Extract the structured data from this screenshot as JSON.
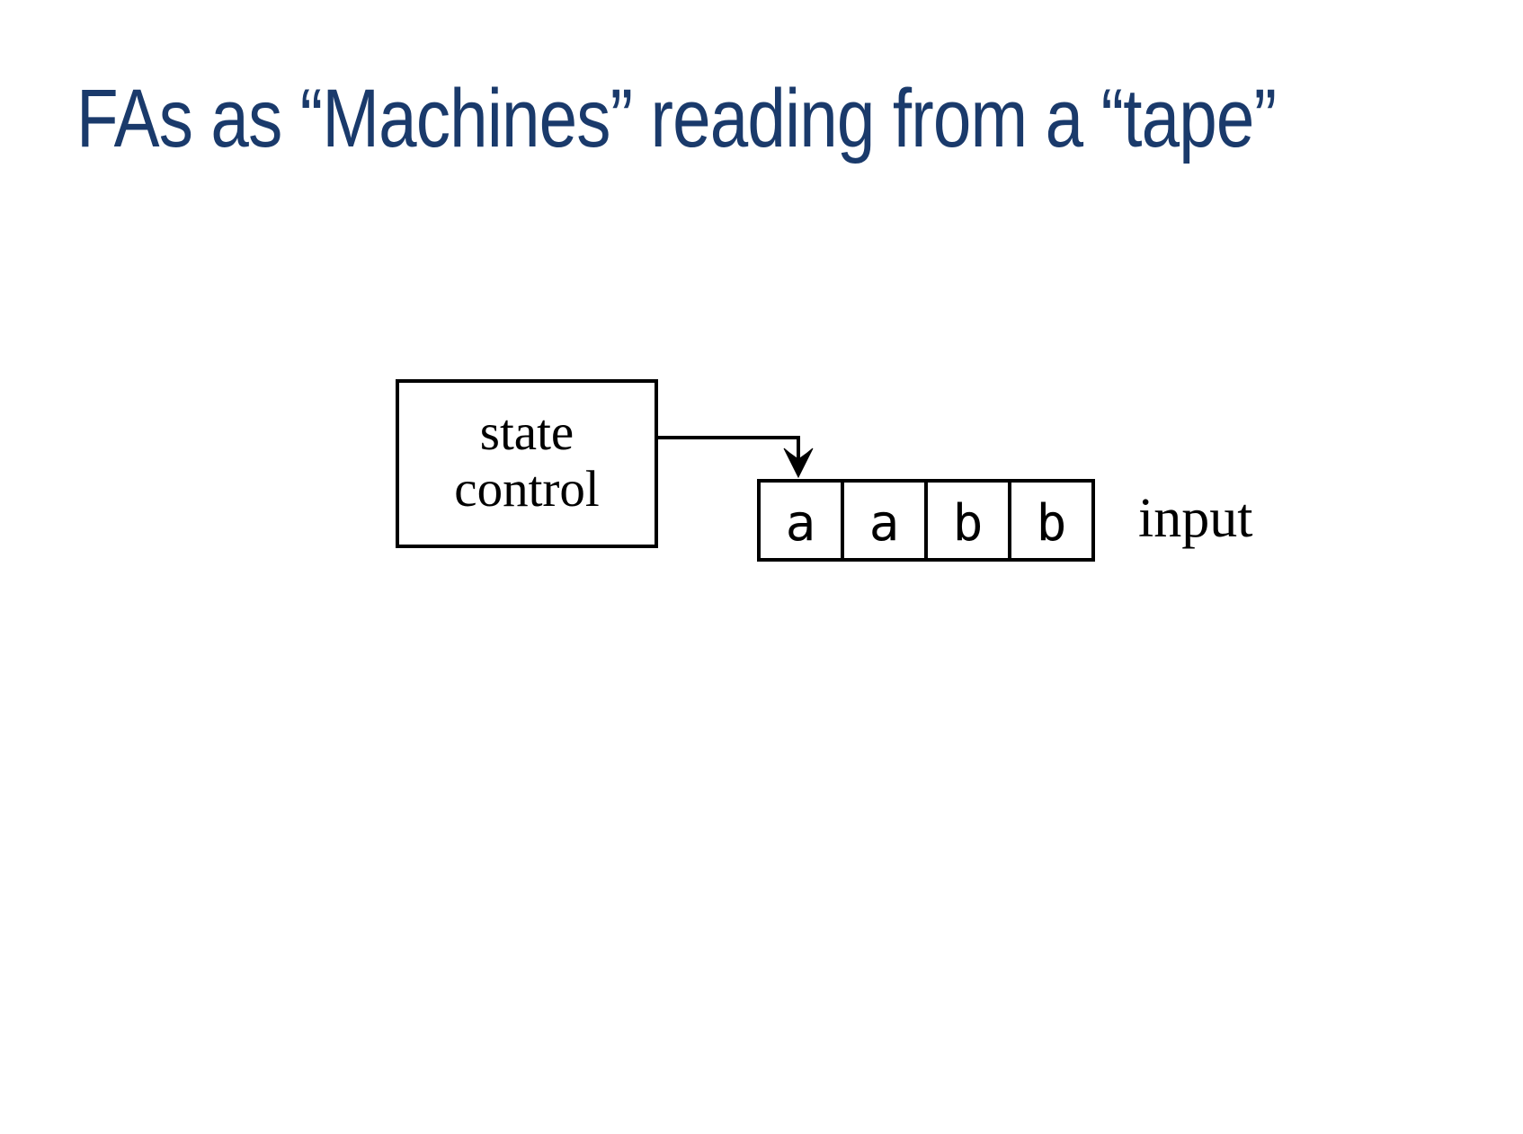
{
  "slide": {
    "title": "FAs as “Machines” reading from a “tape”",
    "title_color": "#1a3a6b",
    "background_color": "#ffffff"
  },
  "diagram": {
    "line_color": "#000000",
    "state_box": {
      "line1": "state",
      "line2": "control"
    },
    "tape": {
      "cells": [
        "a",
        "a",
        "b",
        "b"
      ],
      "label": "input"
    }
  }
}
